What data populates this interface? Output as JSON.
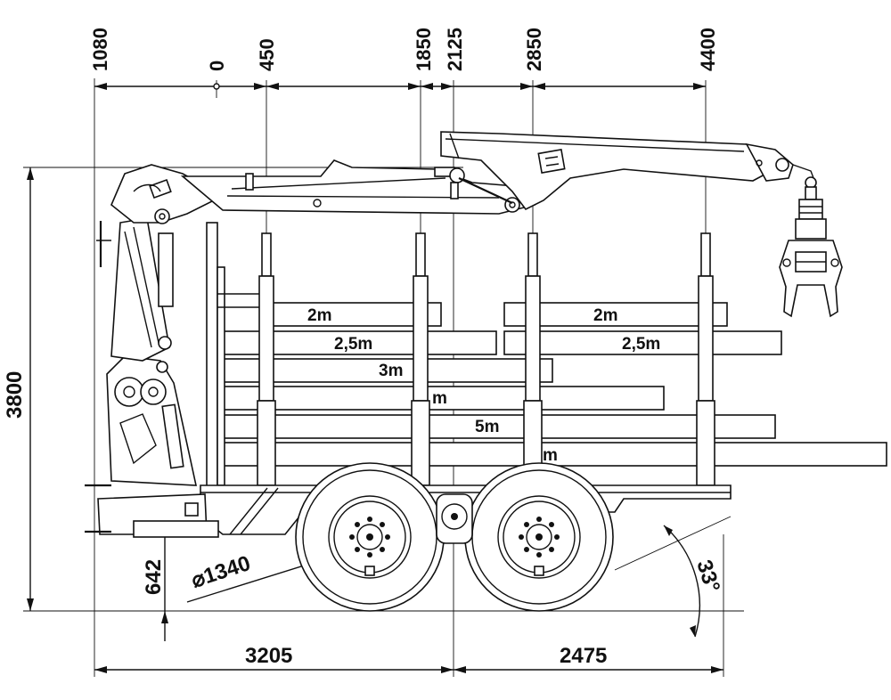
{
  "dimensions": {
    "top": [
      "1080",
      "0",
      "450",
      "1850",
      "2125",
      "2850",
      "4400"
    ],
    "height_total": "3800",
    "ground_clearance": "642",
    "wheel_diameter": "⌀1340",
    "angle": "33°",
    "length_front": "3205",
    "length_rear": "2475"
  },
  "logs": [
    {
      "label": "2m"
    },
    {
      "label": "2m"
    },
    {
      "label": "2,5m"
    },
    {
      "label": "2,5m"
    },
    {
      "label": "3m"
    },
    {
      "label": "m"
    },
    {
      "label": "5m"
    },
    {
      "label": "m"
    }
  ]
}
